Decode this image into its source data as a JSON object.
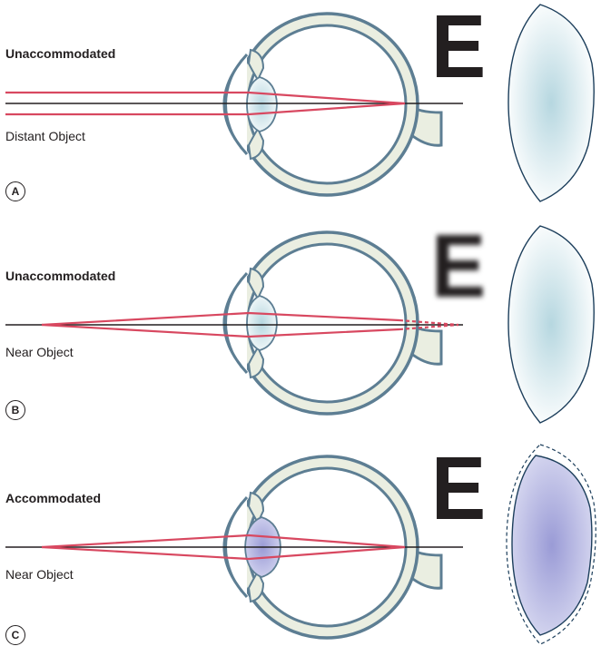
{
  "panels": [
    {
      "id": "A",
      "state": "Unaccommodated",
      "object": "Distant Object",
      "letter": "E",
      "blurred": false,
      "accommodated": false,
      "ray_source": "parallel",
      "focus": "on-retina"
    },
    {
      "id": "B",
      "state": "Unaccommodated",
      "object": "Near Object",
      "letter": "E",
      "blurred": true,
      "accommodated": false,
      "ray_source": "point",
      "focus": "behind-retina"
    },
    {
      "id": "C",
      "state": "Accommodated",
      "object": "Near Object",
      "letter": "E",
      "blurred": false,
      "accommodated": true,
      "ray_source": "point",
      "focus": "on-retina"
    }
  ],
  "colors": {
    "eye_wall": "#5d7e93",
    "eye_fill": "#eaeee1",
    "ray": "#d84860",
    "axis": "#231f20",
    "lens_relaxed": "#b6d7e0",
    "lens_accommodated": "#9a9bd6"
  }
}
